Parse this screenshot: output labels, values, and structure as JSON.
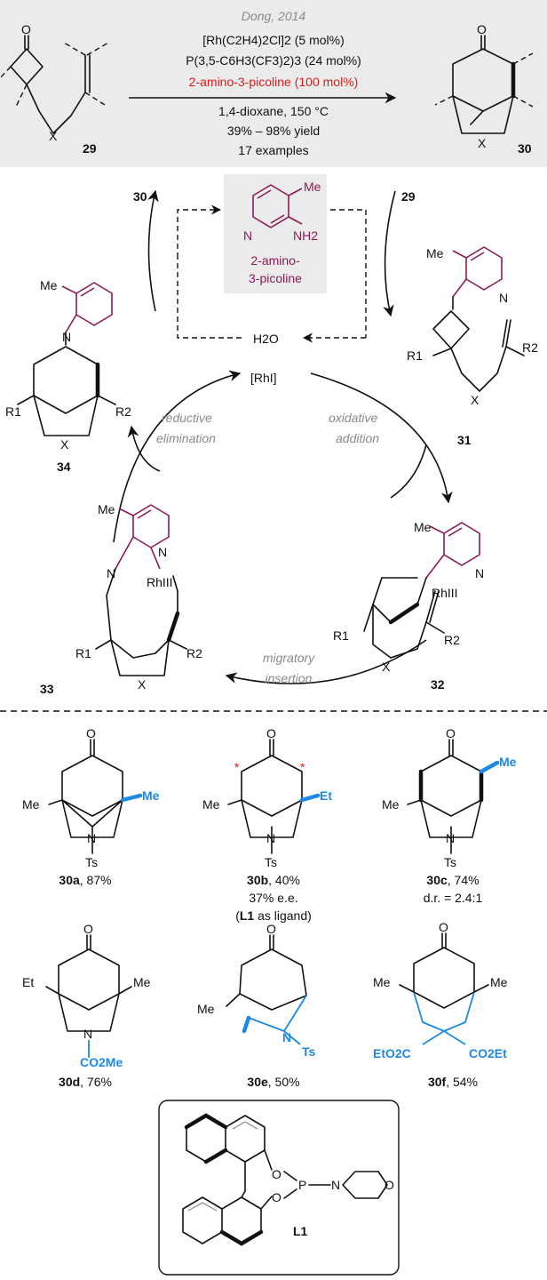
{
  "header": {
    "citation": "Dong, 2014",
    "catalyst": "[Rh(C2H4)2Cl]2 (5 mol%)",
    "ligand": "P(3,5-C6H3(CF3)2)3 (24 mol%)",
    "cocatalyst": "2-amino-3-picoline (100 mol%)",
    "solvent": "1,4-dioxane, 150 °C",
    "yield": "39% – 98% yield",
    "examples": "17 examples",
    "substrate_label": "29",
    "product_label": "30"
  },
  "cycle": {
    "picoline_name_1": "2-amino-",
    "picoline_name_2": "3-picoline",
    "me": "Me",
    "nh2": "NH2",
    "n": "N",
    "water": "H2O",
    "rh_center": "[RhI]",
    "rh3": "RhIII",
    "x": "X",
    "r1": "R1",
    "r2": "R2",
    "step_oxidative_1": "oxidative",
    "step_oxidative_2": "addition",
    "step_migratory_1": "migratory",
    "step_migratory_2": "insertion",
    "step_reductive_1": "reductive",
    "step_reductive_2": "elimination",
    "label_29": "29",
    "label_30": "30",
    "label_31": "31",
    "label_32": "32",
    "label_33": "33",
    "label_34": "34"
  },
  "examples": {
    "a_label": "30a",
    "a_yield": ", 87%",
    "b_label": "30b",
    "b_yield": ", 40%",
    "b_ee": "37% e.e.",
    "b_note_pre": "(",
    "b_note_bold": "L1",
    "b_note_post": " as ligand)",
    "c_label": "30c",
    "c_yield": ", 74%",
    "c_dr": "d.r. = 2.4:1",
    "d_label": "30d",
    "d_yield": ", 76%",
    "e_label": "30e",
    "e_yield": ", 50%",
    "f_label": "30f",
    "f_yield": ", 54%",
    "o": "O",
    "me": "Me",
    "et": "Et",
    "ts": "Ts",
    "co2me": "CO2Me",
    "eto2c": "EtO2C",
    "co2et": "CO2Et"
  },
  "ligand_box": {
    "o": "O",
    "p": "P",
    "n": "N",
    "label": "L1"
  },
  "colors": {
    "highlight_red": "#e01b1b",
    "picoline_purple": "#8b1a57",
    "substituent_blue": "#1e88e5",
    "header_bg": "#ebebeb"
  }
}
